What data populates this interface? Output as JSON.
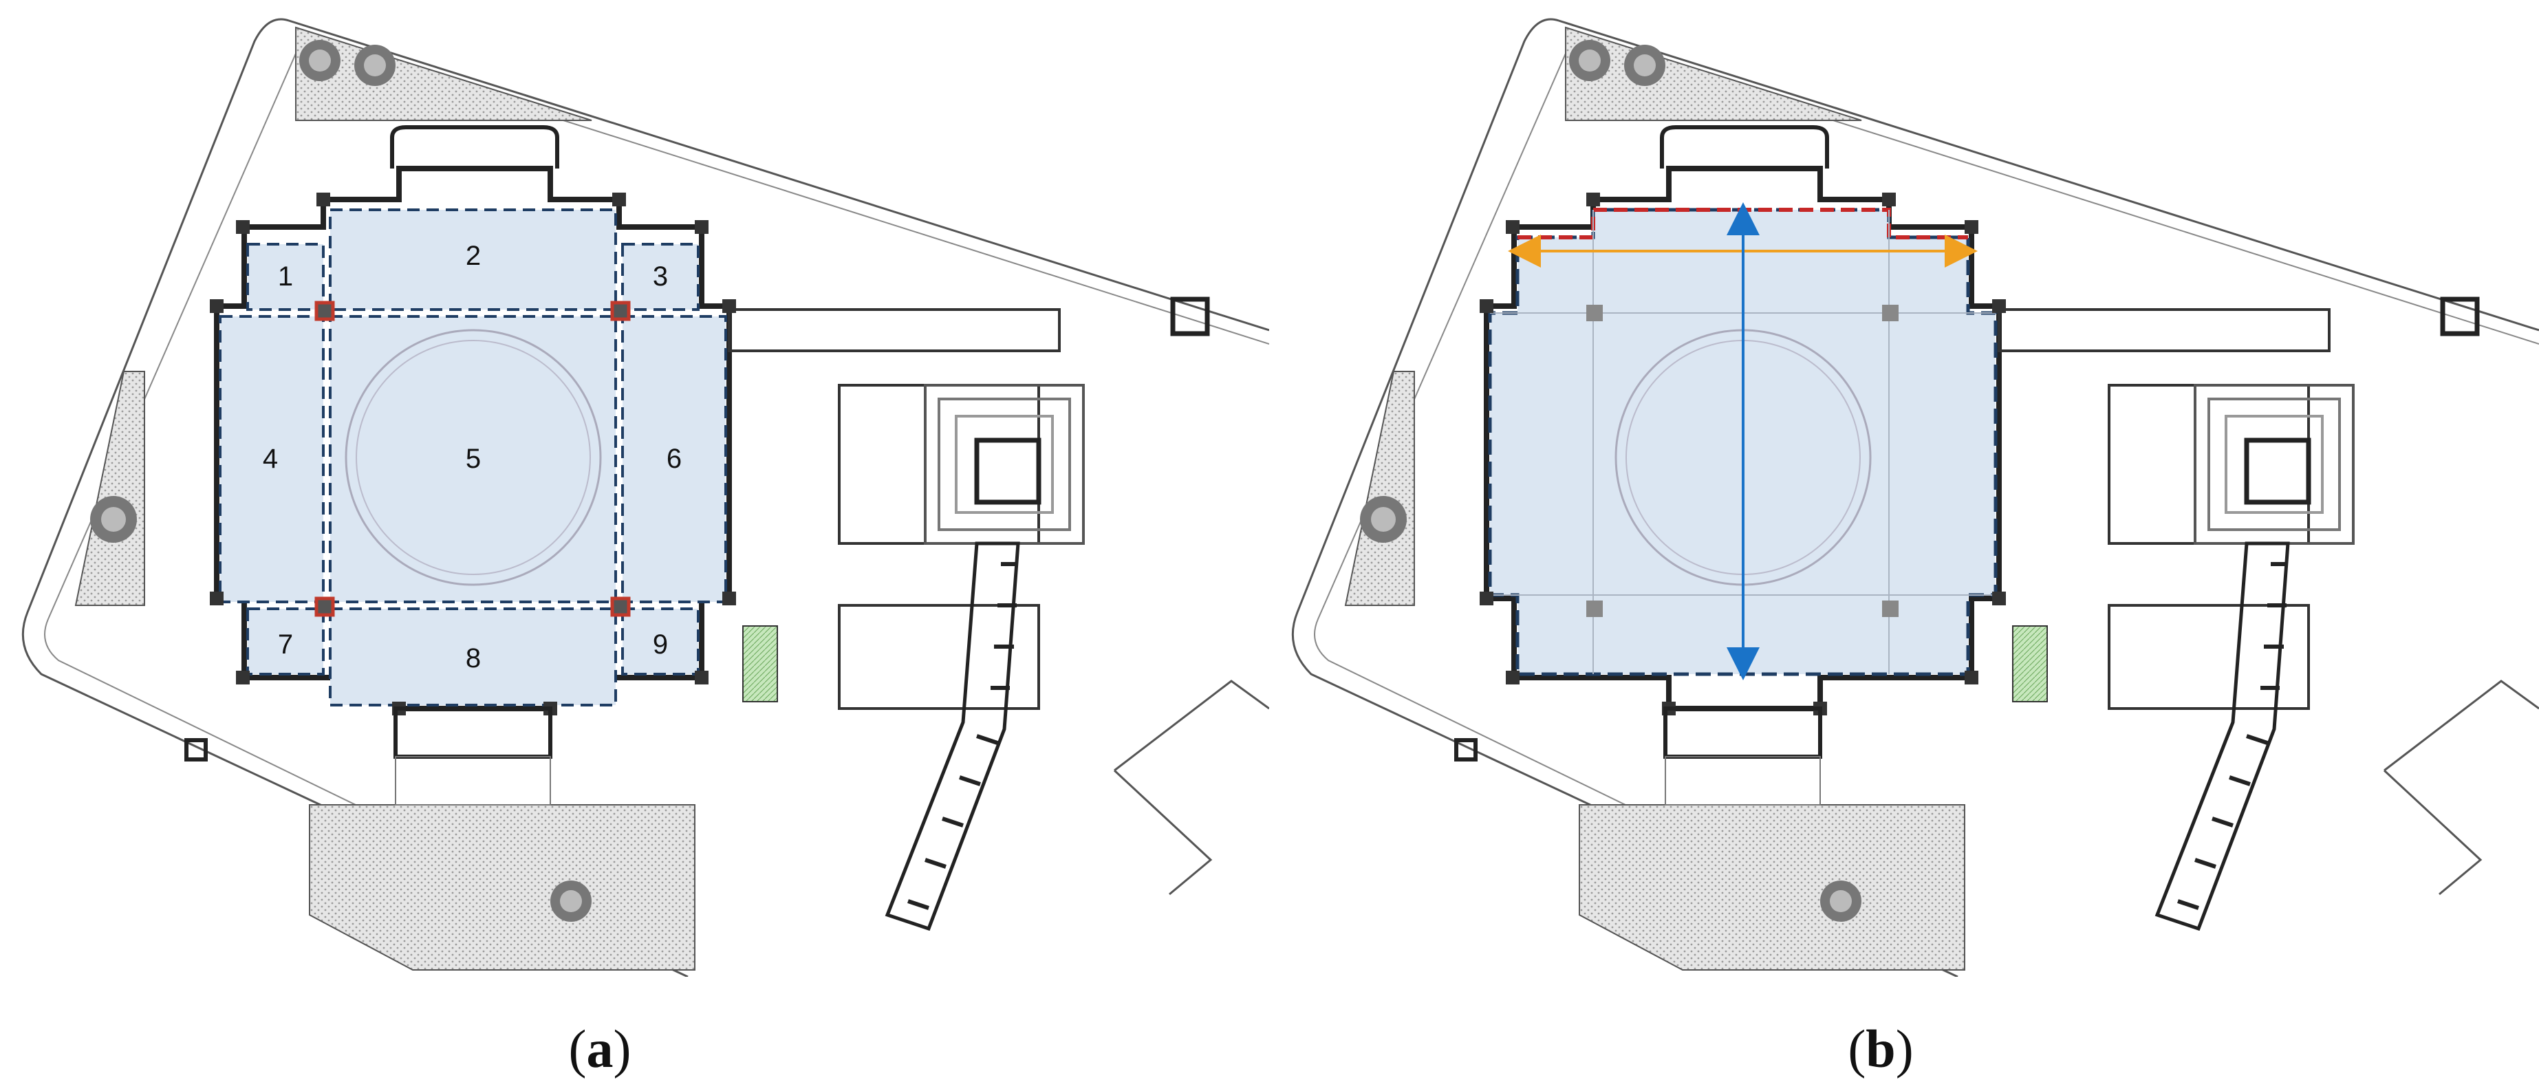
{
  "panels": [
    {
      "id": "a",
      "caption_open": "(",
      "caption_letter": "a",
      "caption_close": ")",
      "zones": [
        {
          "label": "1"
        },
        {
          "label": "2"
        },
        {
          "label": "3"
        },
        {
          "label": "4"
        },
        {
          "label": "5"
        },
        {
          "label": "6"
        },
        {
          "label": "7"
        },
        {
          "label": "8"
        },
        {
          "label": "9"
        }
      ]
    },
    {
      "id": "b",
      "caption_open": "(",
      "caption_letter": "b",
      "caption_close": ")"
    }
  ],
  "colors": {
    "zone_fill": "#dbe6f2",
    "zone_dash": "#1f3d63",
    "column_highlight": "#c0392b",
    "red_outline": "#c62828",
    "orange_dimension": "#f0a020",
    "blue_dimension": "#1a73c8",
    "landscape_hatch": "#cfcfcf",
    "lawn": "#bfe3b5"
  },
  "icons": [
    "tree-icon",
    "column-icon",
    "door-swing-icon"
  ]
}
